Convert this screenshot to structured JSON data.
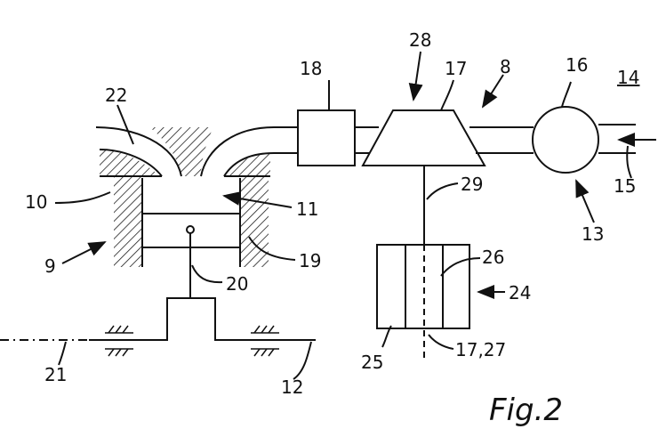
{
  "figure": {
    "caption": "Fig.2",
    "labels": {
      "l8": "8",
      "l9": "9",
      "l10": "10",
      "l11": "11",
      "l12": "12",
      "l13": "13",
      "l14": "14",
      "l15": "15",
      "l16": "16",
      "l17": "17",
      "l17_27": "17,27",
      "l18": "18",
      "l19": "19",
      "l20": "20",
      "l21": "21",
      "l22": "22",
      "l24": "24",
      "l25": "25",
      "l26": "26",
      "l28": "28",
      "l29": "29"
    }
  }
}
